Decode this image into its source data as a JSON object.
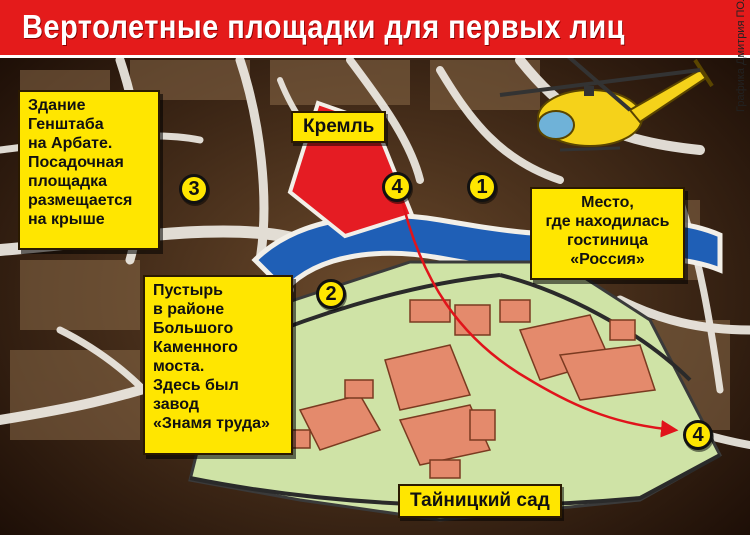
{
  "title": "Вертолетные площадки для первых лиц",
  "credit": "Графика Дмитрия ПОЛУХИНА.",
  "kremlin_label": "Кремль",
  "secret_garden_label": "Тайницкий сад",
  "badges": {
    "b1": "1",
    "b2": "2",
    "b3": "3",
    "b4_top": "4",
    "b4_bottom": "4"
  },
  "boxes": {
    "genshtab": [
      "Здание",
      "Генштаба",
      "на Арбате.",
      "Посадочная",
      "площадка",
      "размещается",
      "на крыше"
    ],
    "rossiya": [
      "Место,",
      "где находилась",
      "гостиница",
      "«Россия»"
    ],
    "pustyr": [
      "Пустырь",
      "в районе",
      "Большого",
      "Каменного",
      "моста.",
      "Здесь был",
      "завод",
      "«Знамя труда»"
    ]
  },
  "colors": {
    "title_red": "#e41b1b",
    "label_yellow": "#ffe600",
    "kremlin_red": "#e51c23",
    "river_blue": "#1f5fb6",
    "park_green": "#cfe3a6",
    "building_salmon": "#e48a6c",
    "road_white": "#f2efe8",
    "helicopter_yellow": "#f5d21a"
  },
  "icons": [
    "helicopter-icon",
    "route-arrow-icon"
  ]
}
